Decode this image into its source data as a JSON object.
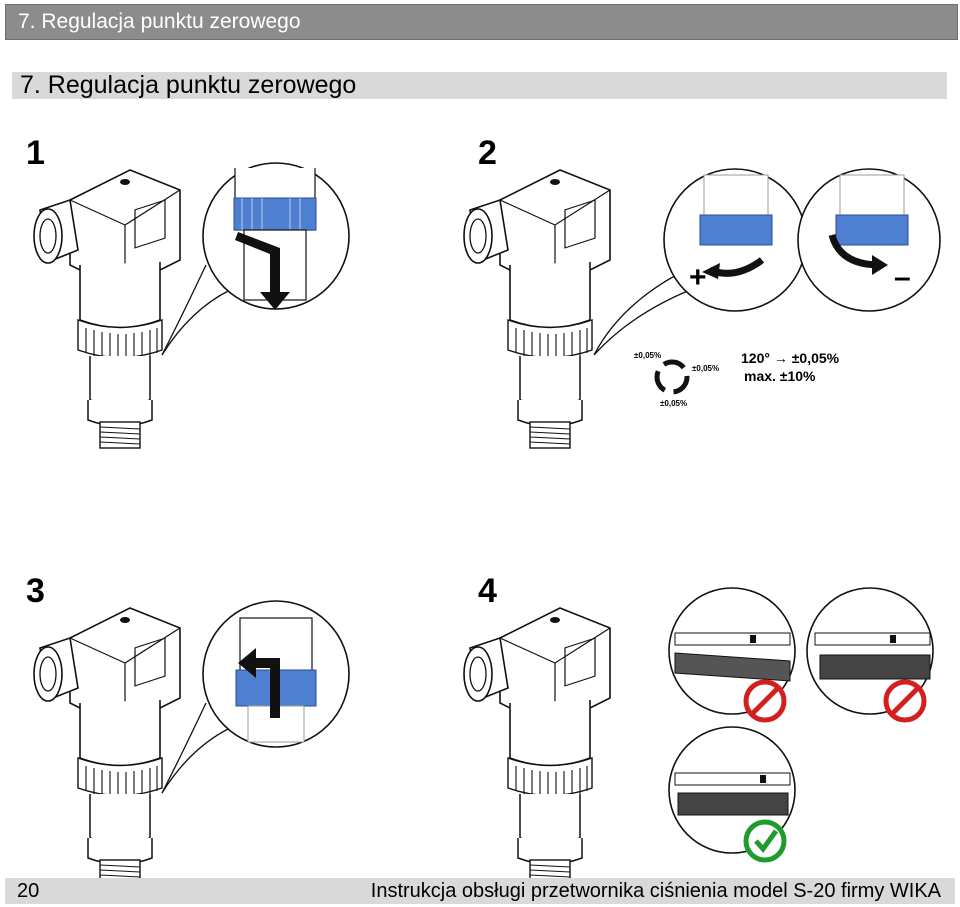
{
  "header": {
    "title": "7. Regulacja punktu zerowego"
  },
  "section": {
    "heading": "7. Regulacja punktu zerowego"
  },
  "steps": {
    "s1": "1",
    "s2": "2",
    "s3": "3",
    "s4": "4"
  },
  "step2": {
    "plus": "+",
    "minus": "–",
    "ring_label_a": "±0,05%",
    "ring_label_b": "±0,05%",
    "ring_label_c": "±0,05%",
    "note_line1": "120° → ±0,05%",
    "note_line2": "max. ±10%"
  },
  "footer": {
    "page_number": "20",
    "title": "Instrukcja obsługi przetwornika ciśnienia model S-20 firmy WIKA"
  },
  "colors": {
    "ring_blue": "#4f7fd0",
    "forbidden_red": "#d22020",
    "ok_green": "#1f9a2c"
  }
}
